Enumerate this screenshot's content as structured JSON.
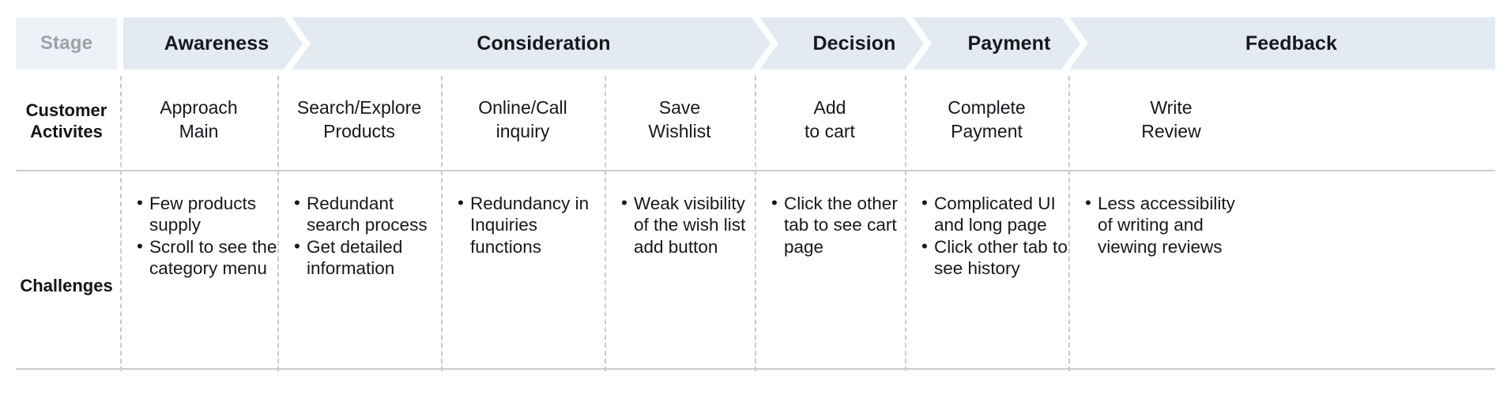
{
  "row_headers": {
    "stage": "Stage",
    "activities": "Customer\nActivites",
    "challenges": "Challenges"
  },
  "colors": {
    "stage_label_bg": "#eef2f6",
    "stage_bar_bg": "#e3eaf2",
    "stage_label_text": "#9aa2ab",
    "text": "#15191d",
    "divider_dashed": "#c6cbd0",
    "rule": "#c9cdd1",
    "page_bg": "#ffffff"
  },
  "stages": [
    {
      "label": "Awareness",
      "span": 1
    },
    {
      "label": "Consideration",
      "span": 3
    },
    {
      "label": "Decision",
      "span": 1
    },
    {
      "label": "Payment",
      "span": 1
    },
    {
      "label": "Feedback",
      "span": 1
    }
  ],
  "columns": [
    {
      "activity": "Approach\nMain",
      "challenges": [
        "Few products supply",
        "Scroll to see the category menu"
      ]
    },
    {
      "activity": "Search/Explore\nProducts",
      "challenges": [
        "Redundant search process",
        "Get detailed information"
      ]
    },
    {
      "activity": "Online/Call\ninquiry",
      "challenges": [
        "Redundancy in Inquiries functions"
      ]
    },
    {
      "activity": "Save\nWishlist",
      "challenges": [
        "Weak visibility of the wish list add button"
      ]
    },
    {
      "activity": "Add\nto cart",
      "challenges": [
        "Click the other tab to see cart page"
      ]
    },
    {
      "activity": "Complete\nPayment",
      "challenges": [
        "Complicated UI and long page",
        "Click other tab to see history"
      ]
    },
    {
      "activity": "Write\nReview",
      "challenges": [
        "Less accessibility of writing and viewing reviews"
      ]
    }
  ],
  "bullet_glyph": "•"
}
